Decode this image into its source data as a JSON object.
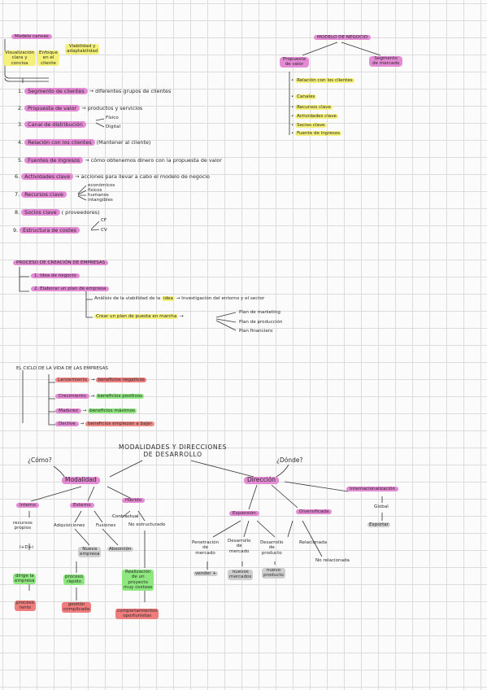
{
  "top_left": {
    "title": "Modelo canvas",
    "note_a": "Viabilidad y",
    "note_b": "adaptabilidad",
    "col1_a": "Visualización",
    "col1_b": "clara y",
    "col1_c": "concisa",
    "col2_a": "Enfoque",
    "col2_b": "en el",
    "col2_c": "cliente"
  },
  "canvas_items": [
    {
      "num": "1.",
      "label": "Segmento de clientes",
      "rest": "→ diferentes grupos de clientes"
    },
    {
      "num": "2.",
      "label": "Propuesta de valor",
      "rest": "→ productos y servicios"
    },
    {
      "num": "3.",
      "label": "Canal de distribución",
      "rest": ""
    },
    {
      "num": "4.",
      "label": "Relación con los clientes",
      "rest": "(Mantener al cliente)"
    },
    {
      "num": "5.",
      "label": "Fuentes de ingresos",
      "rest": "→ cómo obtenemos dinero con la propuesta de valor"
    },
    {
      "num": "6.",
      "label": "Actividades clave",
      "rest": "→ acciones para llevar a cabo el modelo de negocio"
    },
    {
      "num": "7.",
      "label": "Recursos clave",
      "rest": ""
    },
    {
      "num": "8.",
      "label": "Socios clave",
      "rest": "( proveedores)"
    },
    {
      "num": "9.",
      "label": "Estructura de costes",
      "rest": ""
    }
  ],
  "canal_sub": [
    "Físico",
    "Digital"
  ],
  "recursos_sub": [
    "económicos",
    "físicos",
    "humanos",
    "intangibles"
  ],
  "costes_sub": [
    "CF",
    "CV"
  ],
  "modelo_negocio": {
    "title": "MODELO DE NEGOCIO",
    "left_a": "Propuesta",
    "left_b": "de valor",
    "right_a": "Segmento",
    "right_b": "de mercado",
    "items": [
      "Relación con los clientes",
      "Canales",
      "Recursos clave",
      "Actividades clave",
      "Socios clave",
      "Fuente de ingresos"
    ]
  },
  "proceso": {
    "title": "PROCESO DE CREACIÓN DE EMPRESAS",
    "step1": "1. Idea de negocio",
    "step2": "2. Elaborar un plan de empresa",
    "sub1_a": "Análisis de la viabilidad de la",
    "sub1_b": "idea",
    "sub1_c": "→ Investigación del entorno y el sector",
    "sub2": "Crear un plan de puesta en marcha",
    "plans": [
      "Plan de marketing",
      "Plan de producción",
      "Plan financiero"
    ]
  },
  "ciclo": {
    "title": "EL CICLO DE LA VIDA DE LAS EMPRESAS",
    "stages": [
      {
        "name": "Lanzamiento",
        "result": "beneficios negativos"
      },
      {
        "name": "Crecimiento",
        "result": "beneficios positivos"
      },
      {
        "name": "Madurez",
        "result": "beneficios máximos"
      },
      {
        "name": "Declive",
        "result": "beneficios empiezan a bajar"
      }
    ]
  },
  "modalidades": {
    "title_a": "MODALIDADES Y DIRECCIONES",
    "title_b": "DE DESARROLLO",
    "q_como": "¿Cómo?",
    "q_donde": "¿Dónde?",
    "modalidad": "Modalidad",
    "direccion": "Dirección",
    "interno": "Interno",
    "externo": "Externo",
    "hibrido": "Híbrido",
    "recursos_a": "recursos",
    "recursos_b": "propios",
    "idi": "I+D+i",
    "dirige_a": "dirige la",
    "dirige_b": "empresa",
    "lento_a": "proceso",
    "lento_b": "lento",
    "adquisiciones": "Adquisiciones",
    "fusiones": "Fusiones",
    "nueva_a": "Nueva",
    "nueva_b": "empresa",
    "absorcion": "Absorción",
    "rapido_a": "proceso",
    "rapido_b": "rápido",
    "gestion_a": "gestión",
    "gestion_b": "complicada",
    "contractual": "Contractual",
    "no_estructurado": "No estructurado",
    "real_a": "Realización",
    "real_b": "de un",
    "real_c": "proyecto",
    "real_d": "muy costoso",
    "comp_a": "comportamientos",
    "comp_b": "oportunistas",
    "expansion": "Expansión",
    "diversificada": "Diversificada",
    "internacional": "Internacionalización",
    "global": "Global",
    "exportar": "Exportar",
    "pen_a": "Penetración",
    "pen_b": "de",
    "pen_c": "mercado",
    "dm_a": "Desarrollo",
    "dm_b": "de",
    "dm_c": "mercado",
    "dp_a": "Desarrollo",
    "dp_b": "de",
    "dp_c": "producto",
    "vender": "vender +",
    "nuevos_a": "nuevos",
    "nuevos_b": "mercados",
    "nuevo_a": "nuevo",
    "nuevo_b": "producto",
    "relacionada": "Relacionada",
    "no_relacionada": "No relacionada"
  }
}
